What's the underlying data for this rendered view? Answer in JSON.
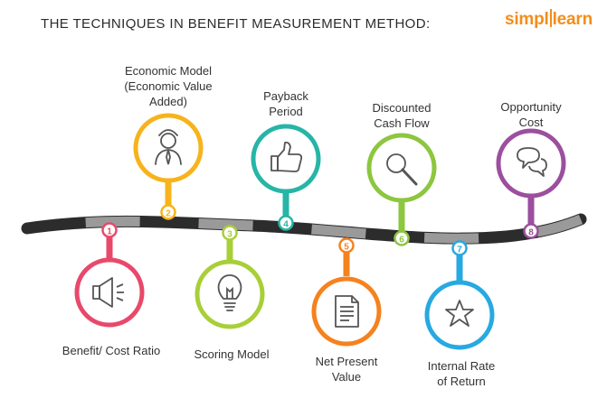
{
  "title": "THE TECHNIQUES IN BENEFIT MEASUREMENT METHOD:",
  "brand": {
    "left": "simpl",
    "right": "learn",
    "color": "#f28e1c"
  },
  "steps": [
    {
      "number": "1",
      "label": "Benefit/ Cost Ratio",
      "color": "#e8496a",
      "icon": "megaphone-icon"
    },
    {
      "number": "2",
      "label": "Economic Model\n(Economic Value\nAdded)",
      "color": "#f6b31b",
      "icon": "businessman-icon"
    },
    {
      "number": "3",
      "label": "Scoring Model",
      "color": "#a8cf38",
      "icon": "lightbulb-icon"
    },
    {
      "number": "4",
      "label": "Payback\nPeriod",
      "color": "#26b5a6",
      "icon": "thumbs-up-icon"
    },
    {
      "number": "5",
      "label": "Net Present\nValue",
      "color": "#f5821f",
      "icon": "document-icon"
    },
    {
      "number": "6",
      "label": "Discounted\nCash Flow",
      "color": "#8dc63f",
      "icon": "magnifier-icon"
    },
    {
      "number": "7",
      "label": "Internal Rate\nof Return",
      "color": "#27a9e1",
      "icon": "star-icon"
    },
    {
      "number": "8",
      "label": "Opportunity\nCost",
      "color": "#9b4f9e",
      "icon": "chat-bubbles-icon"
    }
  ]
}
